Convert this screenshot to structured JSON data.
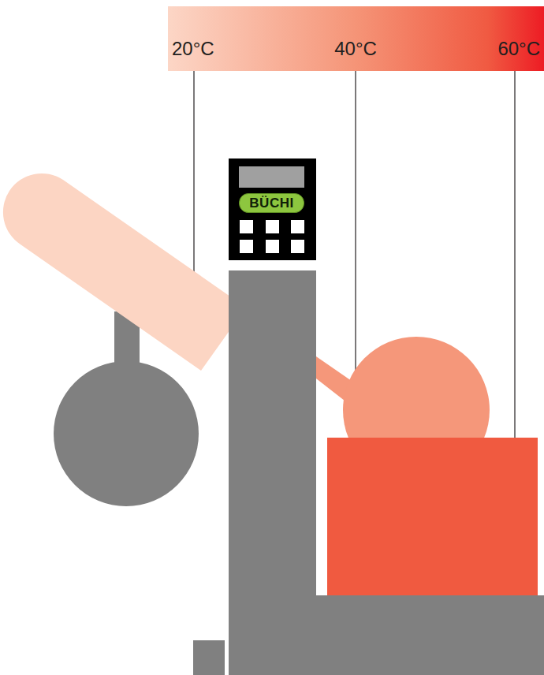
{
  "diagram": {
    "nodes": [
      {
        "text": [
          "20°C",
          "40°C",
          "60°C"
        ]
      },
      {
        "text": [
          "BÜCHI"
        ]
      }
    ]
  }
}
